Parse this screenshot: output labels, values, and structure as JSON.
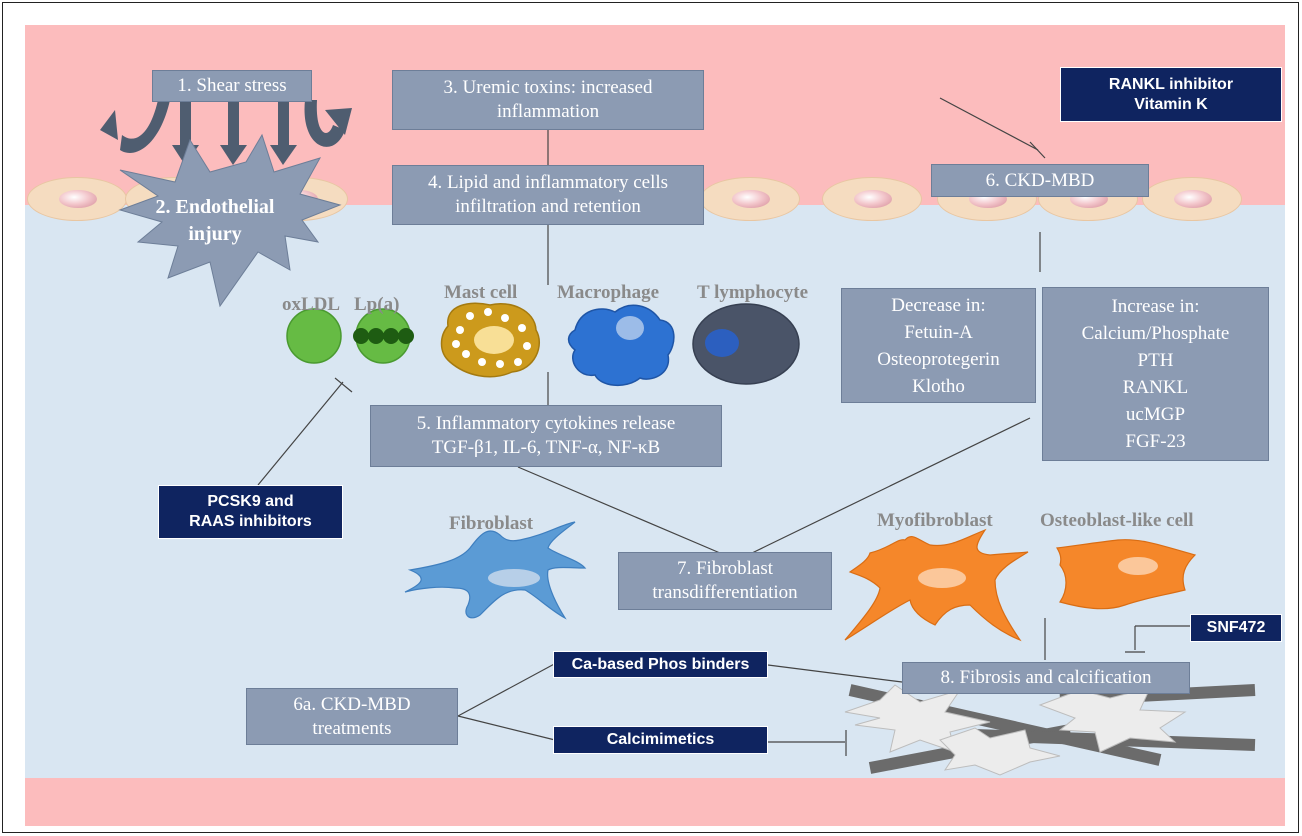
{
  "boxes": {
    "shear_stress": "1. Shear stress",
    "endothelial_injury": "2. Endothelial injury",
    "uremic_toxins": "3. Uremic toxins: increased inflammation",
    "lipid_infiltration": "4. Lipid and inflammatory cells infiltration and retention",
    "cytokines": "5. Inflammatory cytokines release\nTGF-β1, IL-6, TNF-α, NF-κB",
    "ckd_mbd": "6. CKD-MBD",
    "ckd_mbd_treatments": "6a. CKD-MBD treatments",
    "fibroblast_trans": "7. Fibroblast transdifferentiation",
    "fibrosis_calcification": "8. Fibrosis and calcification",
    "decrease": "Decrease in:\nFetuin-A\nOsteoprotegerin\nKlotho",
    "increase": "Increase in:\nCalcium/Phosphate\nPTH\nRANKL\nucMGP\nFGF-23"
  },
  "inhibitors": {
    "rankl_vitk": "RANKL inhibitor\nVitamin K",
    "pcsk9_raas": "PCSK9 and\nRAAS inhibitors",
    "ca_phos": "Ca-based Phos binders",
    "calcimimetics": "Calcimimetics",
    "snf472": "SNF472"
  },
  "cell_labels": {
    "oxldl": "oxLDL",
    "lpa": "Lp(a)",
    "mast": "Mast cell",
    "macrophage": "Macrophage",
    "tlymph": "T lymphocyte",
    "fibroblast": "Fibroblast",
    "myofibroblast": "Myofibroblast",
    "osteoblast": "Osteoblast-like cell"
  },
  "colors": {
    "top_band": "#fcbcbd",
    "interior": "#d9e6f2",
    "box": "#8c9bb3",
    "navy": "#0f2460",
    "fibroblast": "#5b9bd5",
    "myofibroblast": "#f5872a"
  }
}
